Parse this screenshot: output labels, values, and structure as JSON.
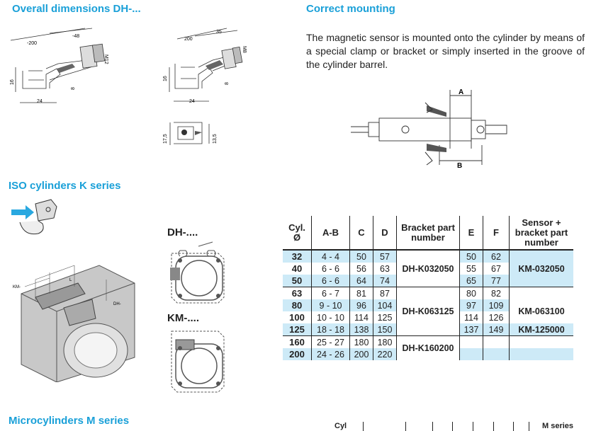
{
  "headings": {
    "overall": "Overall dimensions DH-...",
    "correct": "Correct mounting",
    "iso": "ISO cylinders K series",
    "micro": "Microcylinders M series"
  },
  "mounting_text": "The magnetic sensor is mounted onto the cylinder by means of a special clamp or bracket or simply inserted in the groove of the cylinder barrel.",
  "labels": {
    "dh": "DH-....",
    "km": "KM-...."
  },
  "dims_left": {
    "d200": "-200",
    "d48": "-48",
    "m12": "M12",
    "d16": "16",
    "d8": "8",
    "d24": "24"
  },
  "dims_mid": {
    "d200": "200",
    "d35": "35",
    "m8": "M8",
    "d16": "16",
    "d8": "8",
    "d24": "24"
  },
  "dims_small": {
    "d175": "17,5",
    "d135": "13,5"
  },
  "mount_letters": {
    "a": "A",
    "b": "B"
  },
  "iso_labels": {
    "km": "KM-",
    "dh": "DH-",
    "l": "L"
  },
  "table": {
    "headers": [
      "Cyl. Ø",
      "A-B",
      "C",
      "D",
      "Bracket part number",
      "E",
      "F",
      "Sensor + bracket part number"
    ],
    "rows": [
      {
        "cyl": "32",
        "ab": "4 - 4",
        "c": "50",
        "d": "57",
        "e": "50",
        "f": "62"
      },
      {
        "cyl": "40",
        "ab": "6 - 6",
        "c": "56",
        "d": "63",
        "e": "55",
        "f": "67"
      },
      {
        "cyl": "50",
        "ab": "6 - 6",
        "c": "64",
        "d": "74",
        "e": "65",
        "f": "77"
      },
      {
        "cyl": "63",
        "ab": "6 - 7",
        "c": "81",
        "d": "87",
        "e": "80",
        "f": "82"
      },
      {
        "cyl": "80",
        "ab": "9 - 10",
        "c": "96",
        "d": "104",
        "e": "97",
        "f": "109"
      },
      {
        "cyl": "100",
        "ab": "10 - 10",
        "c": "114",
        "d": "125",
        "e": "114",
        "f": "126"
      },
      {
        "cyl": "125",
        "ab": "18 - 18",
        "c": "138",
        "d": "150",
        "e": "137",
        "f": "149"
      },
      {
        "cyl": "160",
        "ab": "25 - 27",
        "c": "180",
        "d": "180",
        "e": "",
        "f": ""
      },
      {
        "cyl": "200",
        "ab": "24 - 26",
        "c": "200",
        "d": "220",
        "e": "",
        "f": ""
      }
    ],
    "brackets": [
      "DH-K032050",
      "DH-K063125",
      "DH-K160200"
    ],
    "sensors": [
      "KM-032050",
      "KM-063100",
      "KM-125000"
    ]
  },
  "micro_table": {
    "cyl": "Cyl",
    "series": "M series"
  }
}
